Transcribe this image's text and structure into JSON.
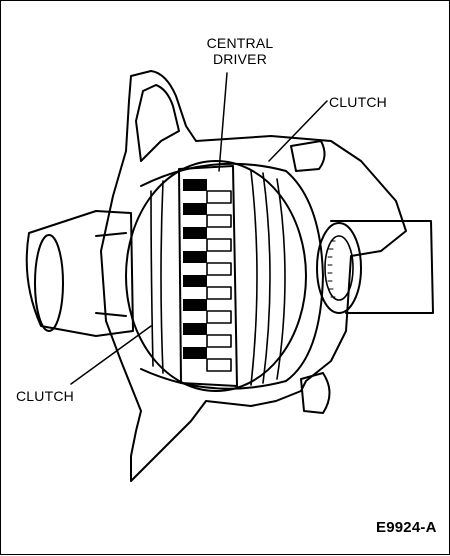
{
  "labels": {
    "central_driver_line1": "CENTRAL",
    "central_driver_line2": "DRIVER",
    "clutch_upper": "CLUTCH",
    "clutch_lower": "CLUTCH"
  },
  "figure_id": "E9924-A",
  "colors": {
    "line": "#000000",
    "background": "#ffffff"
  }
}
